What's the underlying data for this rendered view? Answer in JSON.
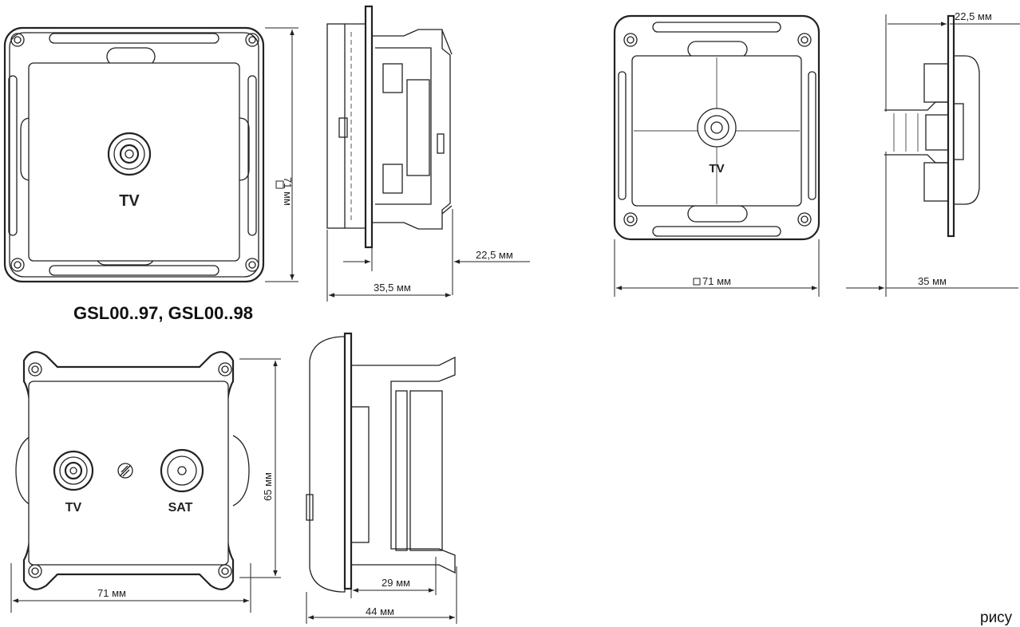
{
  "title": "GSL00..97, GSL00..98",
  "caption": "рису",
  "fig1": {
    "label_tv": "TV",
    "dim_height": "71 мм",
    "dim_depth_front": "22,5 мм",
    "dim_depth_total": "35,5 мм"
  },
  "fig2": {
    "label_tv": "TV",
    "dim_width": "71 мм",
    "dim_depth_front": "22,5 мм",
    "dim_depth_total": "35 мм"
  },
  "fig3": {
    "label_tv": "TV",
    "label_sat": "SAT",
    "dim_height": "65 мм",
    "dim_width": "71 мм",
    "dim_depth_front": "29 мм",
    "dim_depth_total": "44 мм"
  }
}
